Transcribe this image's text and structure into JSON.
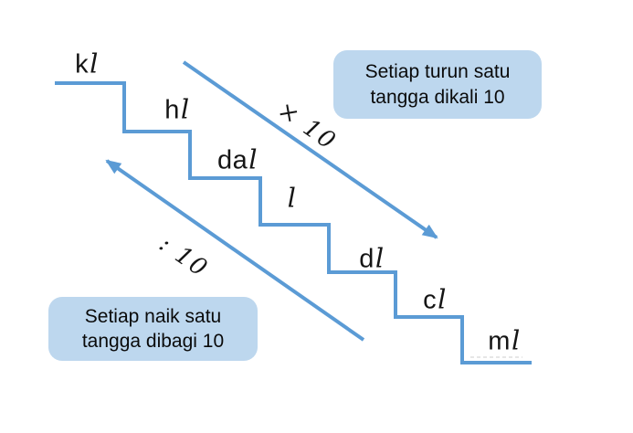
{
  "colors": {
    "accent_blue": "#5B9BD5",
    "callout_fill": "#BDD7EE",
    "text": "#151515",
    "background": "#FFFFFF"
  },
  "staircase": {
    "units": [
      {
        "prefix": "k",
        "liter": "l"
      },
      {
        "prefix": "h",
        "liter": "l"
      },
      {
        "prefix": "da",
        "liter": "l"
      },
      {
        "prefix": "",
        "liter": "l"
      },
      {
        "prefix": "d",
        "liter": "l"
      },
      {
        "prefix": "c",
        "liter": "l"
      },
      {
        "prefix": "m",
        "liter": "l"
      }
    ]
  },
  "arrows": {
    "down_label": "× 10",
    "up_label": ": 10"
  },
  "callouts": {
    "down": {
      "line1": "Setiap turun satu",
      "line2": "tangga dikali 10"
    },
    "up": {
      "line1": "Setiap naik satu",
      "line2": "tangga dibagi 10"
    }
  }
}
